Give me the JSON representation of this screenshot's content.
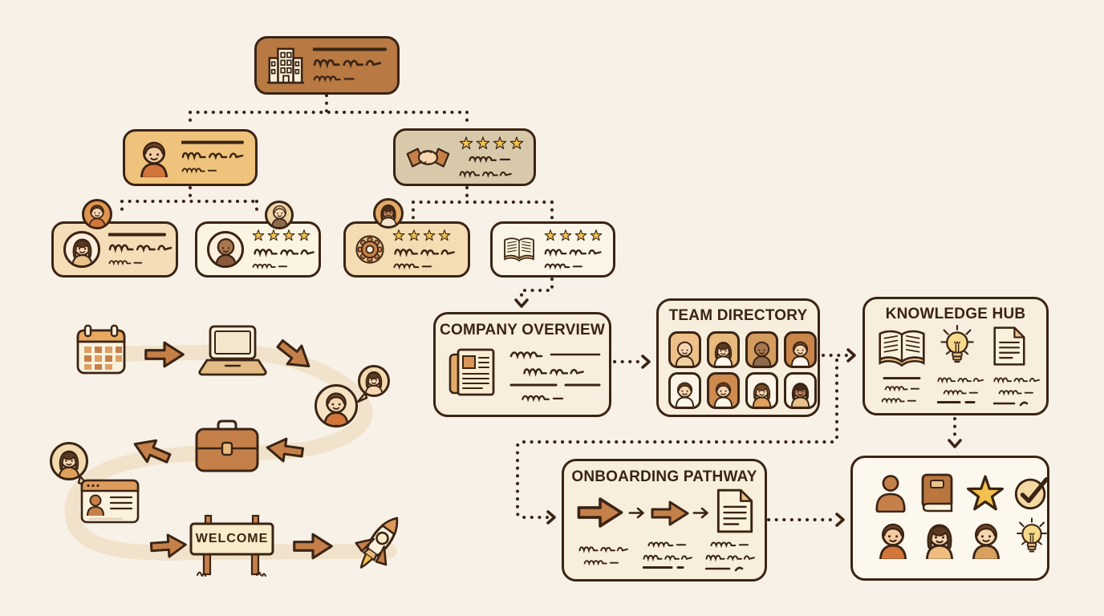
{
  "illustration": "employee-onboarding-overview",
  "colors": {
    "background": "#f8f1e7",
    "ink": "#3a2414",
    "root_fill": "#b87943",
    "branch_left_fill": "#efc37c",
    "branch_right_fill": "#d8c9ab",
    "member_fills": [
      "#f5ddb8",
      "#fbf4e3",
      "#f4dcb3",
      "#fbf5e7"
    ],
    "panel_fill": "#f7eedd",
    "panel_light_fill": "#fdf8ee",
    "accent_arrow": "#c5804a",
    "star": "#f2c14e",
    "path_tan": "#f1e3cb"
  },
  "org_chart": {
    "root": {
      "id": "company",
      "icon": "building-icon"
    },
    "branches": [
      {
        "id": "people-lead",
        "icon": "man-avatar-icon"
      },
      {
        "id": "partnerships",
        "icon": "handshake-icon",
        "stars": 4
      }
    ],
    "members": [
      {
        "id": "member-1",
        "icon": "woman-avatar-icon",
        "badge": "boy-avatar-icon",
        "stars": 0
      },
      {
        "id": "member-2",
        "icon": "senior-man-avatar-icon",
        "badge": "blonde-avatar-icon",
        "stars": 4
      },
      {
        "id": "operations",
        "icon": "gear-icon",
        "badge": "girl-avatar-icon",
        "stars": 4
      },
      {
        "id": "handbook",
        "icon": "open-book-icon",
        "stars": 4
      }
    ]
  },
  "panels": {
    "company_overview": {
      "title": "COMPANY OVERVIEW",
      "icon": "newspaper-icon"
    },
    "team_directory": {
      "title": "TEAM DIRECTORY",
      "member_tiles": 8
    },
    "knowledge_hub": {
      "title": "KNOWLEDGE HUB",
      "items": [
        "guide-book",
        "ideas",
        "documents"
      ]
    },
    "onboarding_pathway": {
      "title": "ONBOARDING PATHWAY",
      "steps": [
        "step-arrow",
        "step-arrow",
        "document"
      ]
    },
    "resources": {
      "items": [
        "person",
        "book",
        "star",
        "check",
        "teammate",
        "teammate",
        "teammate",
        "idea"
      ]
    }
  },
  "journey": {
    "welcome_label": "WELCOME",
    "steps": [
      "calendar",
      "laptop",
      "buddy-chat",
      "briefcase",
      "mentor-chat",
      "profile-card",
      "welcome-sign",
      "rocket-launch"
    ]
  }
}
